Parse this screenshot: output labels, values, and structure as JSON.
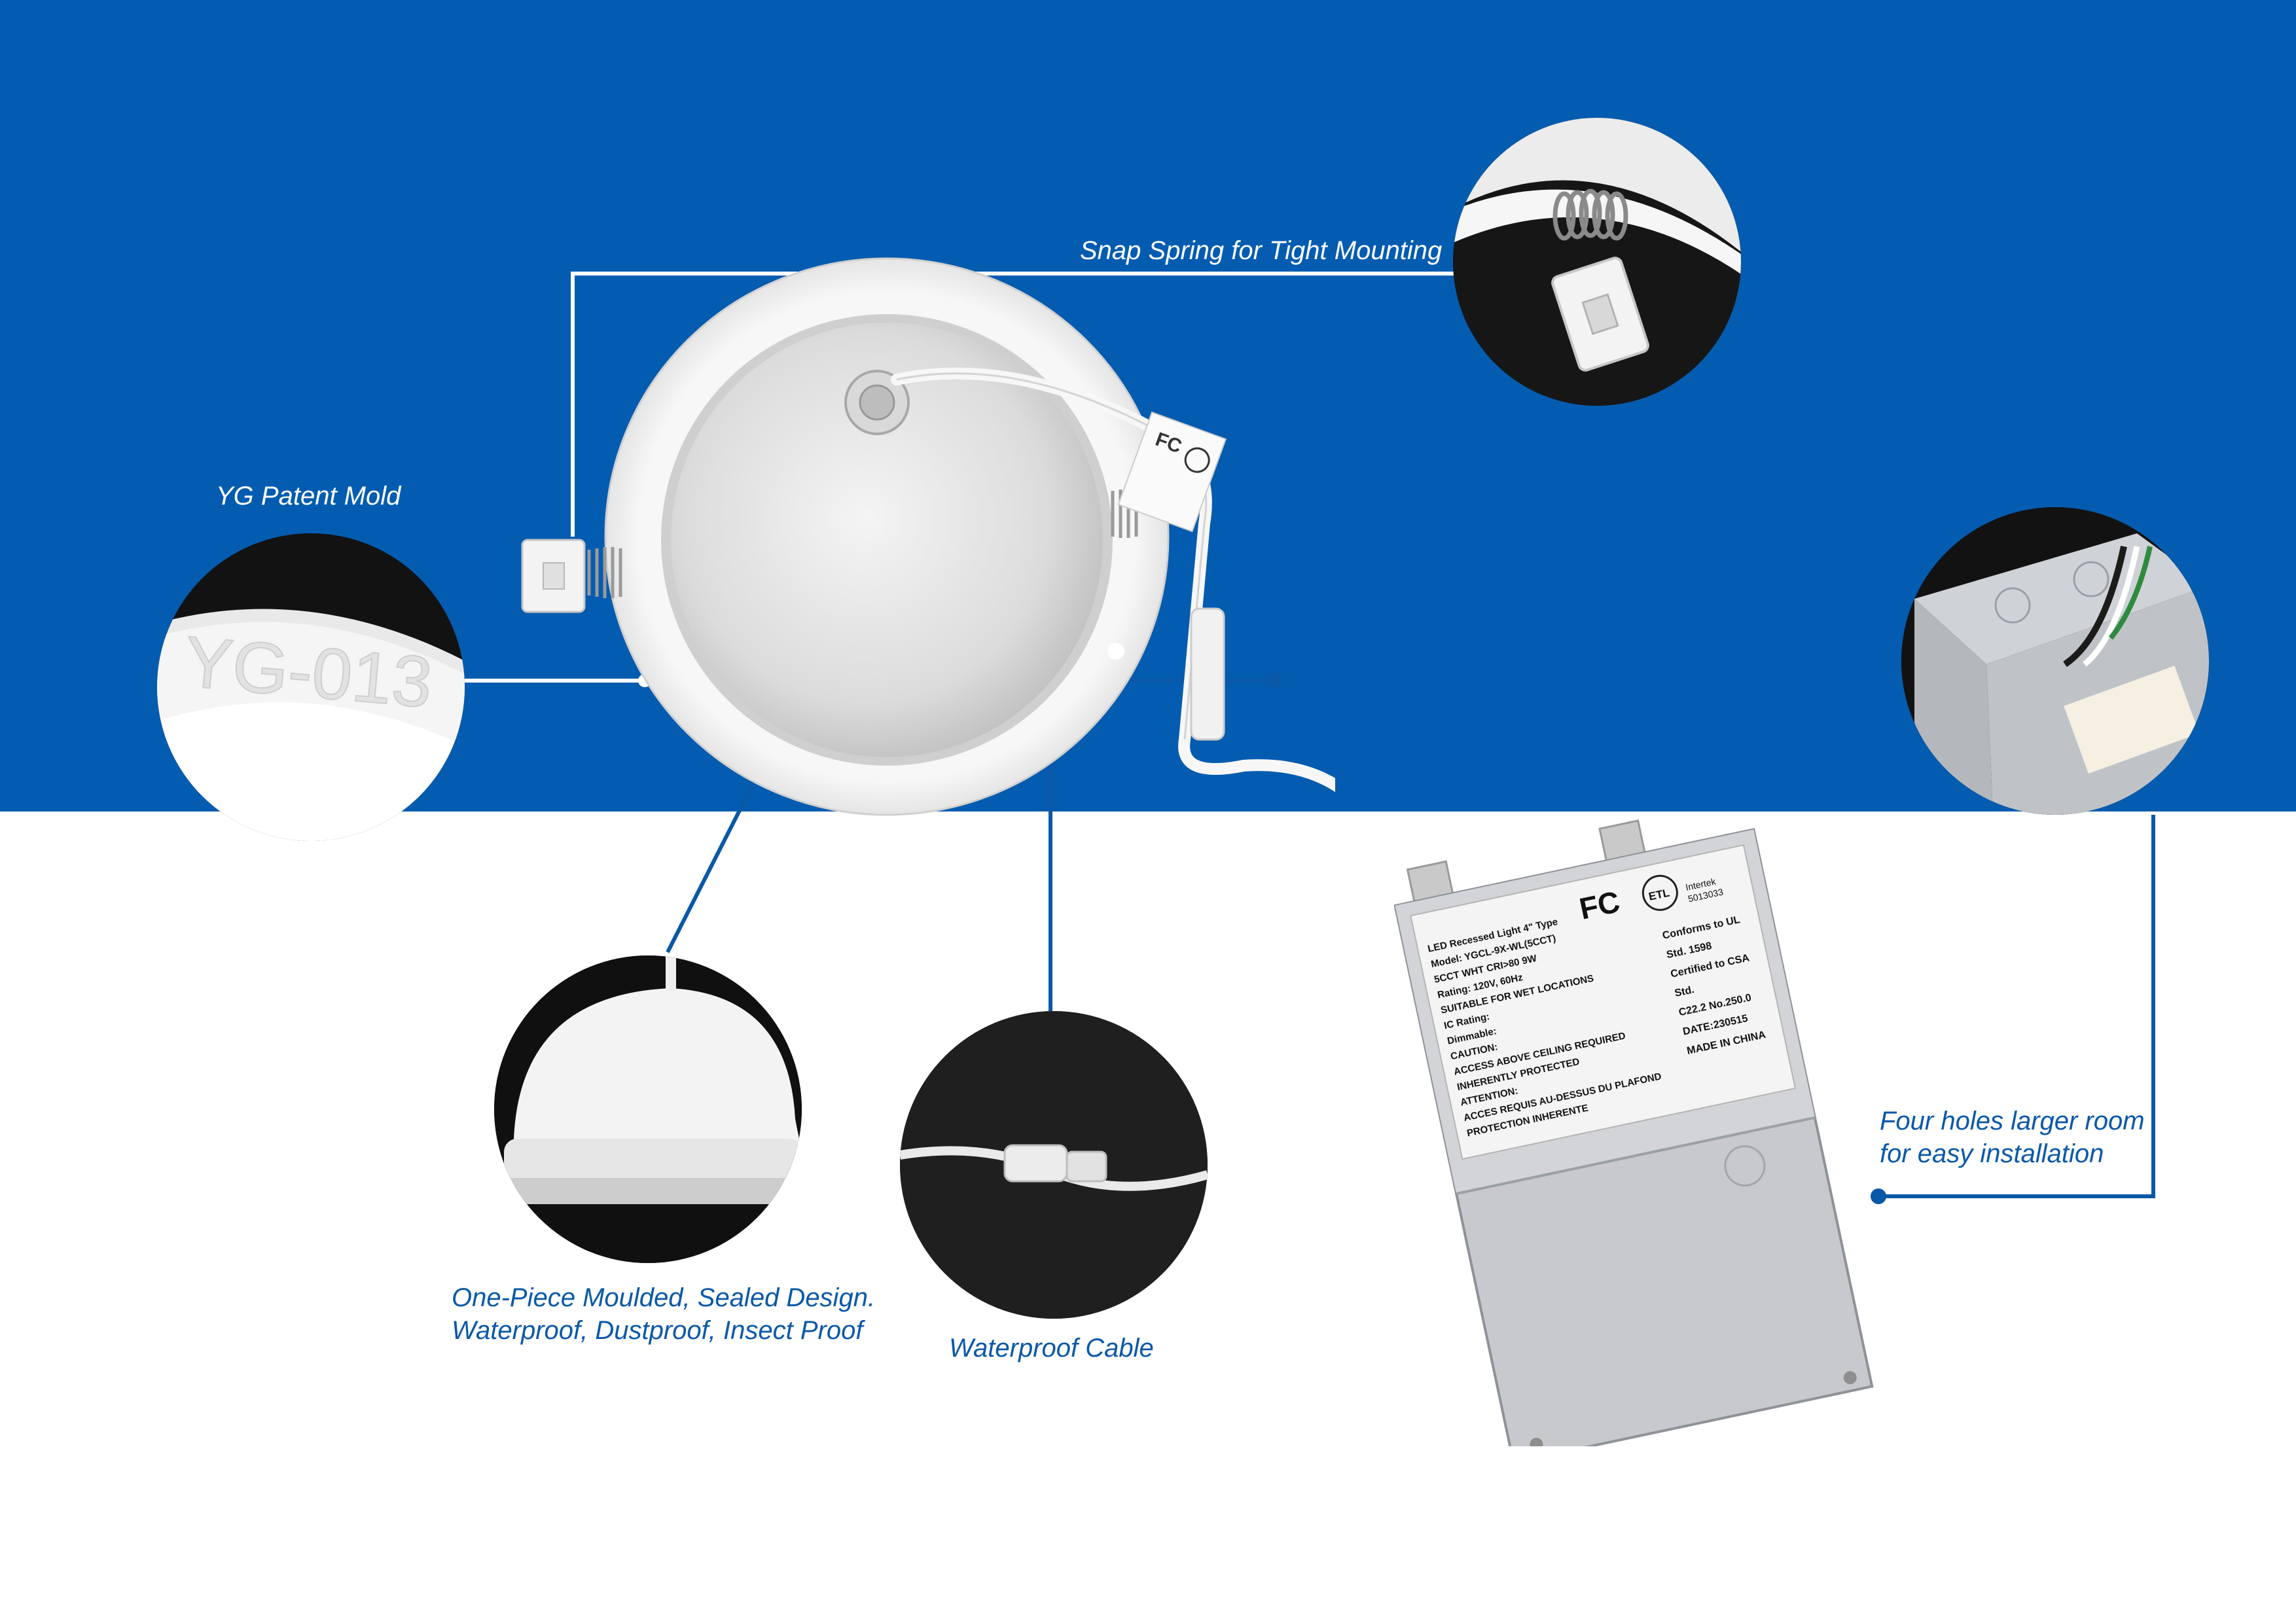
{
  "callouts": {
    "snap_spring": "Snap Spring for Tight Mounting",
    "patent_mold": "YG Patent Mold",
    "sealed_design": [
      "One-Piece Moulded, Sealed Design.",
      "Waterproof, Dustproof, Insect Proof"
    ],
    "waterproof_cable": "Waterproof Cable",
    "four_holes": [
      "Four holes larger room",
      "for easy installation"
    ]
  },
  "mold_engraving": "YG-013",
  "driver_label": {
    "left_lines": [
      "LED Recessed Light 4\" Type",
      "Model: YGCL-9X-WL(5CCT)",
      "5CCT WHT CRI>80 9W",
      "Rating: 120V, 60Hz",
      "SUITABLE FOR WET LOCATIONS",
      "IC Rating:",
      "Dimmable:",
      "CAUTION:",
      "ACCESS ABOVE CEILING REQUIRED",
      "INHERENTLY PROTECTED",
      "ATTENTION:",
      "ACCES REQUIS AU-DESSUS DU PLAFOND",
      "PROTECTION INHERENTE"
    ],
    "right_lines": [
      "Conforms to UL",
      "Std. 1598",
      "Certified to CSA",
      "Std.",
      "C22.2 No.250.0",
      "DATE:230515",
      "MADE IN CHINA"
    ],
    "fcc_mark": "FC",
    "etl_mark": "ETL",
    "intertek": [
      "Intertek",
      "5013033"
    ]
  },
  "colors": {
    "brand_blue": "#045cb0",
    "caption_blue": "#0a58a8",
    "background": "#ffffff"
  }
}
